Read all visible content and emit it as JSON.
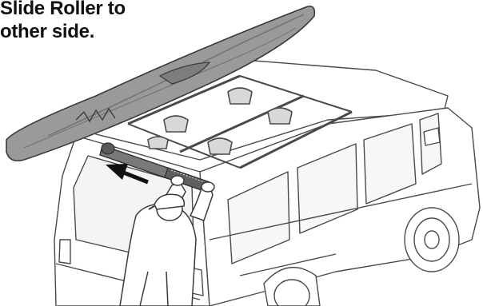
{
  "instruction": {
    "lines": [
      "Slide Roller to",
      "other side."
    ]
  },
  "colors": {
    "ink": "#111111",
    "line": "#4a4a4a",
    "kayak_fill": "#9a9a9a",
    "kayak_dark": "#6f6f6f",
    "roller_fill": "#7a7a7a",
    "background": "#ffffff"
  },
  "figure": {
    "subjects": [
      "kayak",
      "roller-loader",
      "roof-rack",
      "suv",
      "person"
    ],
    "action_arrow": "arrow-left"
  }
}
